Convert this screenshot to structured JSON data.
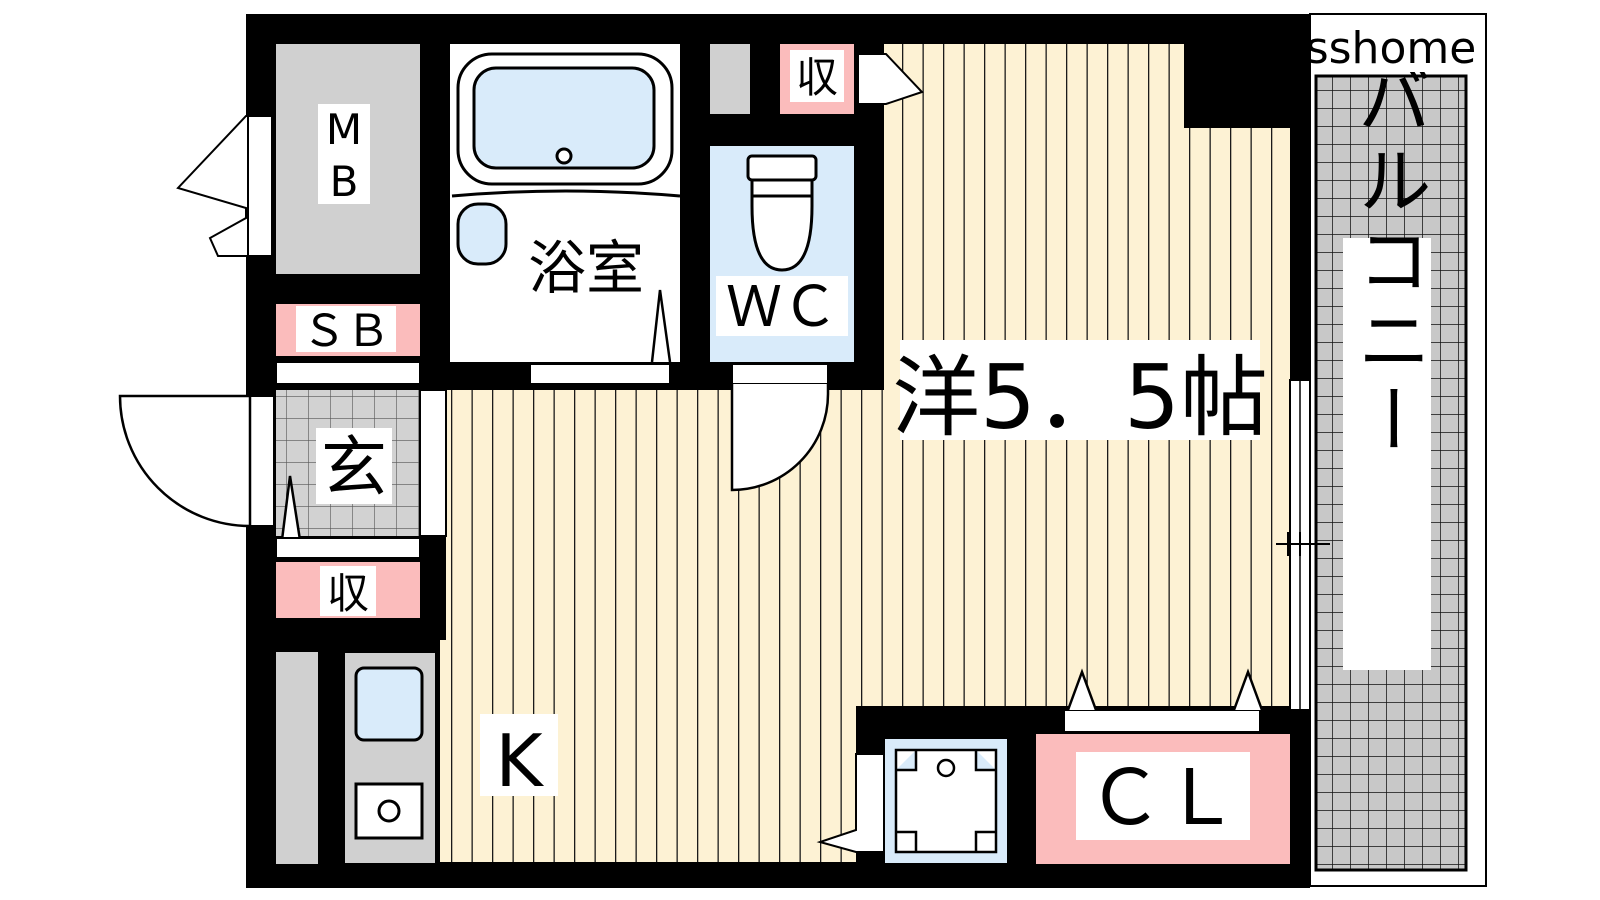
{
  "plan": {
    "watermark": "sshome",
    "rooms": {
      "mb_line1": "M",
      "mb_line2": "B",
      "bath": "浴室",
      "storage_top": "収",
      "wc": "ＷＣ",
      "western": "洋5．5帖",
      "sb": "ＳＢ",
      "entrance": "玄",
      "storage_entry": "収",
      "kitchen": "K",
      "closet": "ＣＬ",
      "balcony": "バルコニー"
    }
  },
  "colors": {
    "wall": "#000000",
    "floor_wood": "#fdf2d4",
    "floor_line": "#1a1a1a",
    "wet_area": "#d9ebfa",
    "storage_pink": "#fbbcbc",
    "gray_fixture": "#d0d0d0",
    "tile_gray": "#c8c8c8"
  }
}
